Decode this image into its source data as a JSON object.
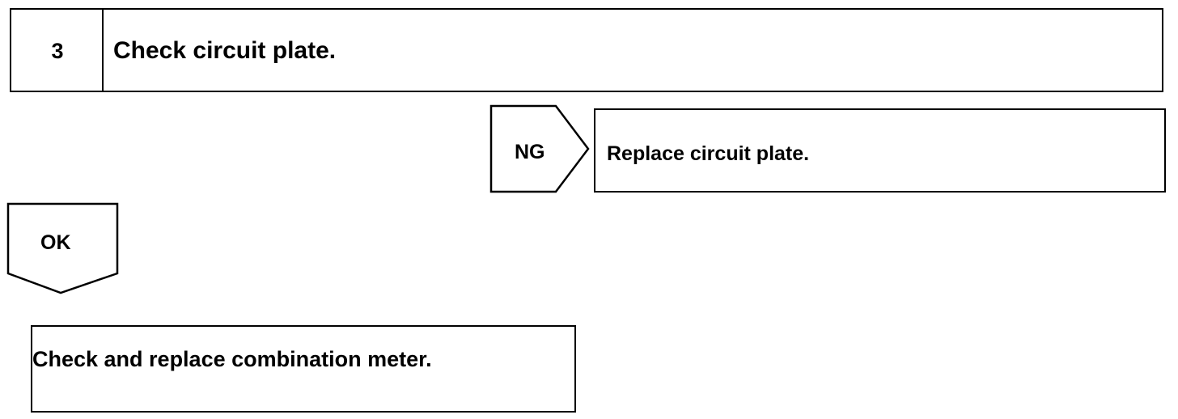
{
  "step": {
    "number": "3",
    "title": "Check circuit plate."
  },
  "ng_branch": {
    "label": "NG",
    "action": "Replace circuit plate."
  },
  "ok_branch": {
    "label": "OK",
    "result": "Check and replace combination meter."
  }
}
